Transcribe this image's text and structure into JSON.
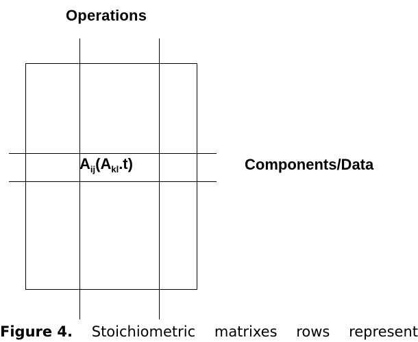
{
  "title": "Operations",
  "side_label": "Components/Data",
  "formula": {
    "a": "A",
    "ij": "ij",
    "open": "(A",
    "kl": "kl",
    "close": ".t)"
  },
  "caption": {
    "figure_label": "Figure 4.",
    "words": [
      "Stoichiometric",
      "matrixes",
      "rows",
      "represent"
    ]
  }
}
